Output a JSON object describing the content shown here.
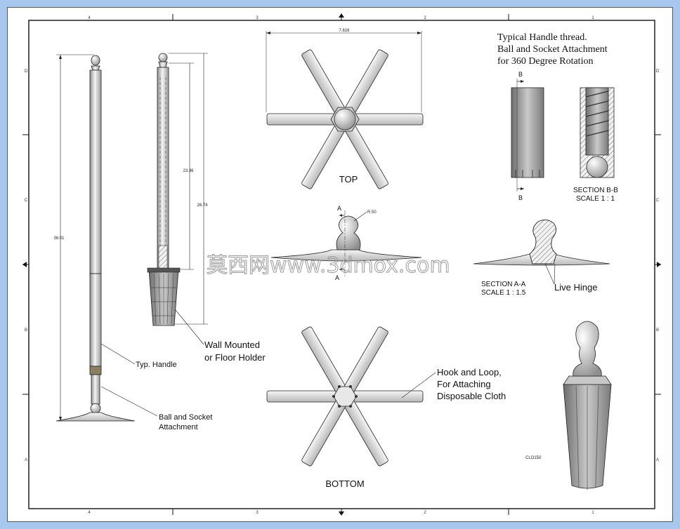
{
  "zones": {
    "columns": [
      "4",
      "3",
      "2",
      "1"
    ],
    "rows": [
      "D",
      "C",
      "B",
      "A"
    ]
  },
  "views": {
    "top": "TOP",
    "bottom": "BOTTOM",
    "section_aa": {
      "title": "SECTION A-A",
      "scale": "SCALE 1 : 1.5"
    },
    "section_bb": {
      "title": "SECTION B-B",
      "scale": "SCALE 1 : 1"
    }
  },
  "notes": {
    "thread_line1": "Typical Handle thread.",
    "thread_line2": "Ball and Socket Attachment",
    "thread_line3": "for 360 Degree Rotation",
    "typ_handle": "Typ. Handle",
    "ball_socket_line1": "Ball and Socket",
    "ball_socket_line2": "Attachment",
    "wall_line1": "Wall Mounted",
    "wall_line2": "or Floor Holder",
    "hook_line1": "Hook and Loop,",
    "hook_line2": "For Attaching",
    "hook_line3": "Disposable Cloth",
    "live_hinge": "Live Hinge",
    "part_no": "CLO150"
  },
  "dimensions": {
    "overall_height": "36.01",
    "holder_height": "26.74",
    "handle_length": "23.36",
    "top_width": "7.616",
    "ball_radius": "R.50"
  },
  "section_marks": {
    "a": "A",
    "b": "B"
  },
  "watermark": "莫西网www.3dmox.com"
}
